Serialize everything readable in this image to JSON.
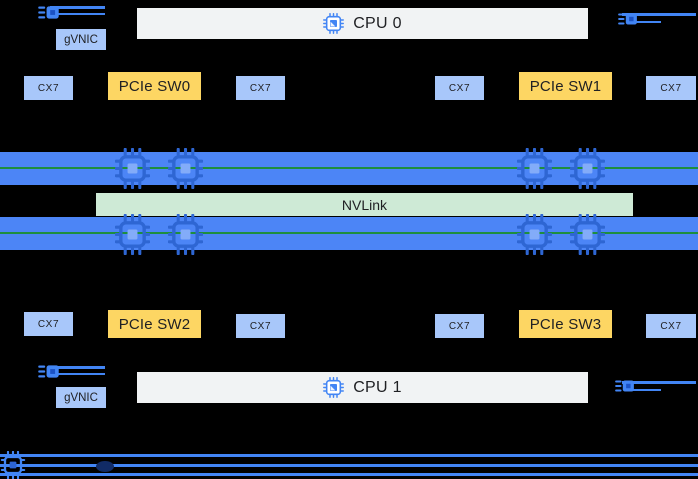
{
  "colors": {
    "background": "#000000",
    "gpu_bus_blue": "#4C85F6",
    "gpu_chip_dark_blue": "#2E66D3",
    "accent_blue": "#4285F4",
    "nvlink_fill_green": "#CEEAD6",
    "nvlink_line_green": "#1E8E3E",
    "nic_fill_blue": "#A8C7FA",
    "switch_fill_yellow": "#FDD663",
    "cpu_fill_gray": "#F1F3F4",
    "label_text": "#202124"
  },
  "cpu_top": {
    "label": "CPU 0"
  },
  "cpu_bottom": {
    "label": "CPU 1"
  },
  "gvnic_top": {
    "label": "gVNIC"
  },
  "gvnic_bottom": {
    "label": "gVNIC"
  },
  "nvlink": {
    "label": "NVLink"
  },
  "nic_row_top": {
    "cells": [
      {
        "type": "cx7",
        "label": "CX7"
      },
      {
        "type": "pcie-switch",
        "label": "PCIe SW0"
      },
      {
        "type": "cx7",
        "label": "CX7"
      },
      {
        "type": "cx7",
        "label": "CX7"
      },
      {
        "type": "pcie-switch",
        "label": "PCIe SW1"
      },
      {
        "type": "cx7",
        "label": "CX7"
      }
    ]
  },
  "nic_row_bottom": {
    "cells": [
      {
        "type": "cx7",
        "label": "CX7"
      },
      {
        "type": "pcie-switch",
        "label": "PCIe SW2"
      },
      {
        "type": "cx7",
        "label": "CX7"
      },
      {
        "type": "cx7",
        "label": "CX7"
      },
      {
        "type": "pcie-switch",
        "label": "PCIe SW3"
      },
      {
        "type": "cx7",
        "label": "CX7"
      }
    ]
  },
  "gpu_bus_top": {
    "gpu_icon_count": 4
  },
  "gpu_bus_bottom": {
    "gpu_icon_count": 4
  },
  "icon_names": [
    "cpu-chip-icon",
    "gpu-chip-icon",
    "network-port-icon",
    "nic-chip-icon"
  ]
}
